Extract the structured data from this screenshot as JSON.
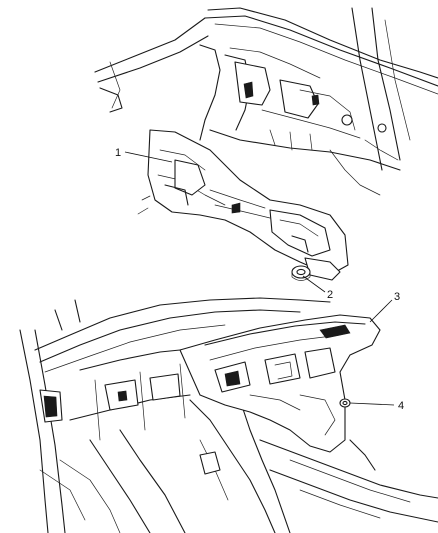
{
  "callouts": [
    {
      "id": "1",
      "label": "1"
    },
    {
      "id": "2",
      "label": "2"
    },
    {
      "id": "3",
      "label": "3"
    },
    {
      "id": "4",
      "label": "4"
    }
  ],
  "colors": {
    "background": "#ffffff",
    "ink": "#1a1a1a"
  }
}
